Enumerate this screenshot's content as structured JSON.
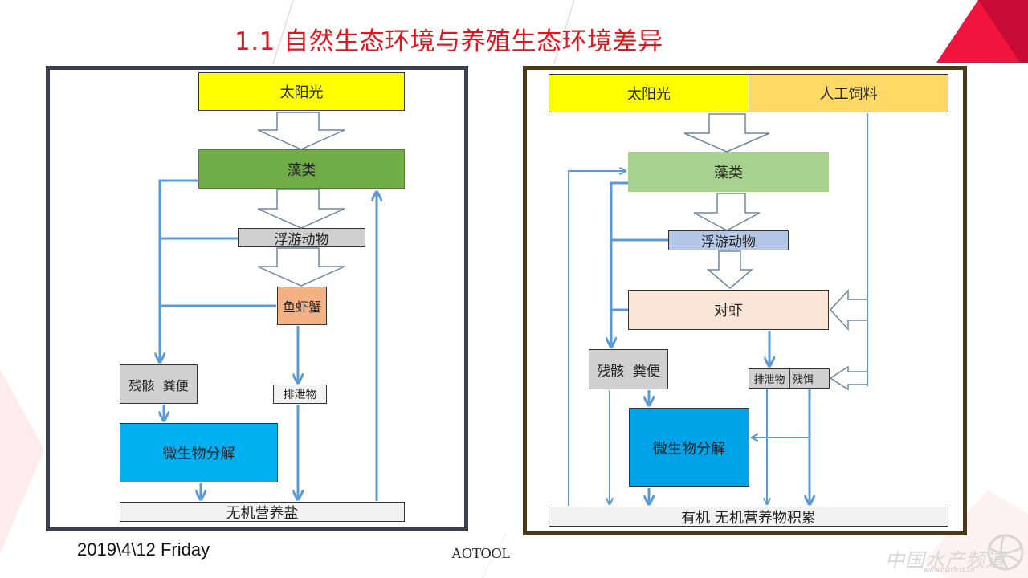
{
  "slide": {
    "title": "1.1 自然生态环境与养殖生态环境差异",
    "footer_date": "2019\\4\\12 Friday",
    "footer_brand": "AOTOOL",
    "watermark": "中国水产频道",
    "watermark_url": "www.fishfirst.cn",
    "colors": {
      "title": "#e3141c",
      "accent_red": "#e8173f",
      "arrow_blue": "#5b9bd5"
    }
  },
  "left_diagram": {
    "name": "natural-ecosystem",
    "nodes": {
      "sunlight": "太阳光",
      "algae": "藻类",
      "zooplankton": "浮游动物",
      "fish_shrimp_crab": "鱼虾蟹",
      "remains_feces": "残骸  粪便",
      "excreta": "排泄物",
      "microbial_decomposition": "微生物分解",
      "inorganic_nutrients": "无机营养盐"
    },
    "colors": {
      "sunlight": "#ffff00",
      "algae": "#70ad47",
      "zooplankton": "#d0d0d0",
      "fish_shrimp_crab": "#f4b183",
      "remains_feces": "#d0d0d0",
      "excreta": "#f2f2f2",
      "microbial_decomposition": "#00b0f0",
      "inorganic_nutrients": "#f2f2f2"
    }
  },
  "right_diagram": {
    "name": "aquaculture-ecosystem",
    "nodes": {
      "sunlight": "太阳光",
      "artificial_feed": "人工饲料",
      "algae": "藻类",
      "zooplankton": "浮游动物",
      "shrimp": "对虾",
      "remains_feces": "残骸  粪便",
      "excreta": "排泄物",
      "residual_feed": "残饵",
      "microbial_decomposition": "微生物分解",
      "nutrient_accumulation": "有机 无机营养物积累"
    },
    "colors": {
      "sunlight": "#ffff00",
      "artificial_feed": "#ffd966",
      "algae": "#a9d18e",
      "zooplankton": "#b4c7e7",
      "shrimp": "#fbe5d6",
      "remains_feces": "#d0d0d0",
      "excreta": "#d0d0d0",
      "microbial_decomposition": "#00a2e8",
      "nutrient_accumulation": "#f2f2f2"
    }
  }
}
